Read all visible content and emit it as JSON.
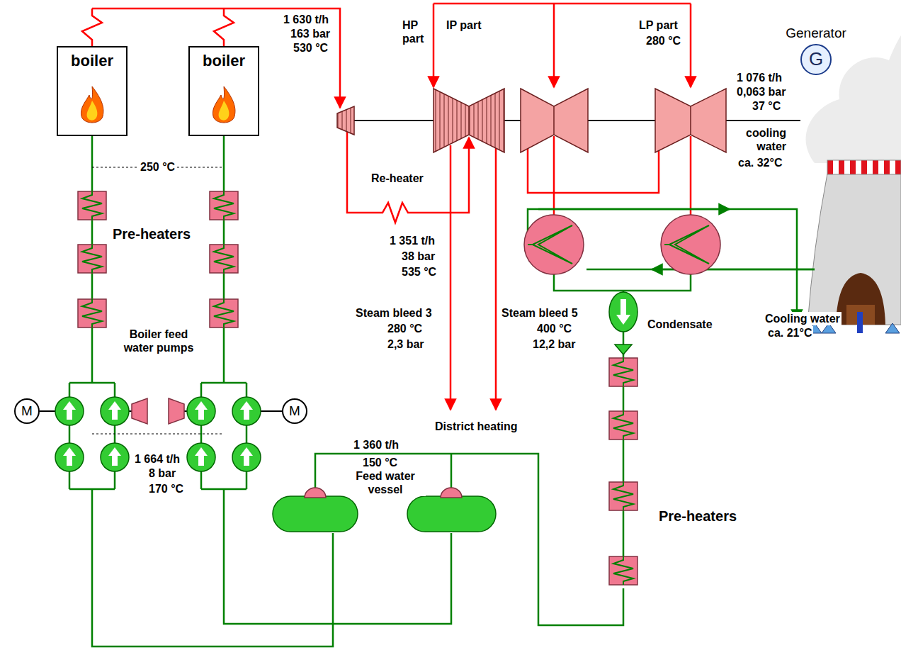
{
  "diagram": {
    "nodes": [
      {
        "text": [
          "boiler"
        ]
      },
      {
        "text": [
          "boiler"
        ]
      },
      {
        "text": [
          "Generator",
          "G"
        ]
      },
      {
        "text": [
          "M"
        ]
      },
      {
        "text": [
          "M"
        ]
      }
    ],
    "labels": [
      "1 630 t/h",
      "163 bar",
      "530 °C",
      "HP part",
      "IP part",
      "LP part",
      "280 °C",
      "1 076 t/h",
      "0,063 bar",
      "37 °C",
      "cooling water",
      "ca. 32°C",
      "250 °C",
      "Re-heater",
      "1 351 t/h",
      "38 bar",
      "535 °C",
      "Pre-heaters",
      "Condensate",
      "Cooling water",
      "ca. 21°C",
      "Boiler feed water pumps",
      "Steam bleed 3",
      "280 °C",
      "2,3 bar",
      "Steam bleed 5",
      "400 °C",
      "12,2 bar",
      "District heating",
      "1 360 t/h",
      "150 °C",
      "Feed water vessel",
      "Pre-heaters",
      "1 664 t/h",
      "8 bar",
      "170 °C"
    ]
  }
}
